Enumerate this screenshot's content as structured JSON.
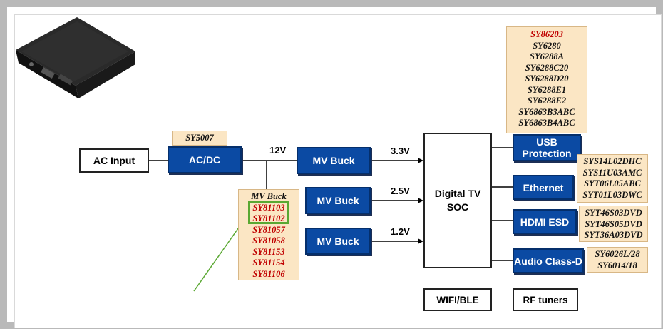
{
  "blocks": {
    "ac_input": "AC Input",
    "ac_dc": "AC/DC",
    "mv_buck_1": "MV Buck",
    "mv_buck_2": "MV Buck",
    "mv_buck_3": "MV Buck",
    "soc_line1": "Digital TV",
    "soc_line2": "SOC",
    "usb_line1": "USB",
    "usb_line2": "Protection",
    "ethernet": "Ethernet",
    "hdmi": "HDMI ESD",
    "audio": "Audio Class-D",
    "wifi": "WIFI/BLE",
    "rf": "RF tuners"
  },
  "rails": {
    "v12": "12V",
    "v33": "3.3V",
    "v25": "2.5V",
    "v12b": "1.2V"
  },
  "parts": {
    "acdc": [
      "SY5007"
    ],
    "mvbuck_title": "MV Buck",
    "mvbuck": [
      "SY81103",
      "SY81102",
      "SY81057",
      "SY81058",
      "SY81153",
      "SY81154",
      "SY81106"
    ],
    "usb": [
      "SY86203",
      "SY6280",
      "SY6288A",
      "SY6288C20",
      "SY6288D20",
      "SY6288E1",
      "SY6288E2",
      "SY6863B3ABC",
      "SY6863B4ABC"
    ],
    "ethernet": [
      "SYS14L02DHC",
      "SYS11U03AMC",
      "SYT06L05ABC",
      "SYT01L03DWC"
    ],
    "hdmi": [
      "SYT46S03DVD",
      "SYT46S05DVD",
      "SYT36A03DVD"
    ],
    "audio": [
      "SY6026L/28",
      "SY6014/18"
    ]
  },
  "colors": {
    "block_blue": "#0b4aa3",
    "part_bg": "#fbe6c4",
    "highlight": "#5aa832",
    "part_red": "#c00000"
  }
}
